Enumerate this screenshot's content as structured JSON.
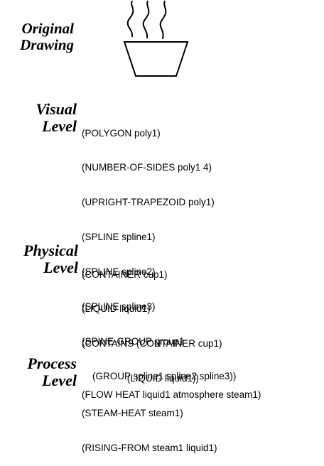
{
  "sections": {
    "original": {
      "label": [
        "Original",
        "Drawing"
      ]
    },
    "visual": {
      "label": [
        "Visual",
        "Level"
      ],
      "lines": [
        "(POLYGON poly1)",
        "(NUMBER-OF-SIDES poly1 4)",
        "(UPRIGHT-TRAPEZOID poly1)",
        "(SPLINE spline1)",
        "(SPLINE spline2)",
        "(SPLINE spline3)",
        "(SPINE-GROUP group1",
        "    (GROUP spline1 spline2 spline3))"
      ]
    },
    "physical": {
      "label": [
        "Physical",
        "Level"
      ],
      "lines": [
        "(CONTAINER cup1)",
        "(LIQUID liquid1)",
        "(CONTAINS (CONTAINER cup1)",
        "                 (LIQUID liquid1))",
        "(STEAM-HEAT steam1)",
        "(RISING-FROM steam1 liquid1)"
      ]
    },
    "process": {
      "label": [
        "Process",
        "Level"
      ],
      "lines": [
        "(FLOW HEAT liquid1 atmosphere steam1)"
      ]
    }
  },
  "drawing": {
    "name": "cup-with-steam",
    "parts": [
      "trapezoid-cup",
      "steam-spline-1",
      "steam-spline-2",
      "steam-spline-3"
    ],
    "stroke_color": "#000000"
  }
}
